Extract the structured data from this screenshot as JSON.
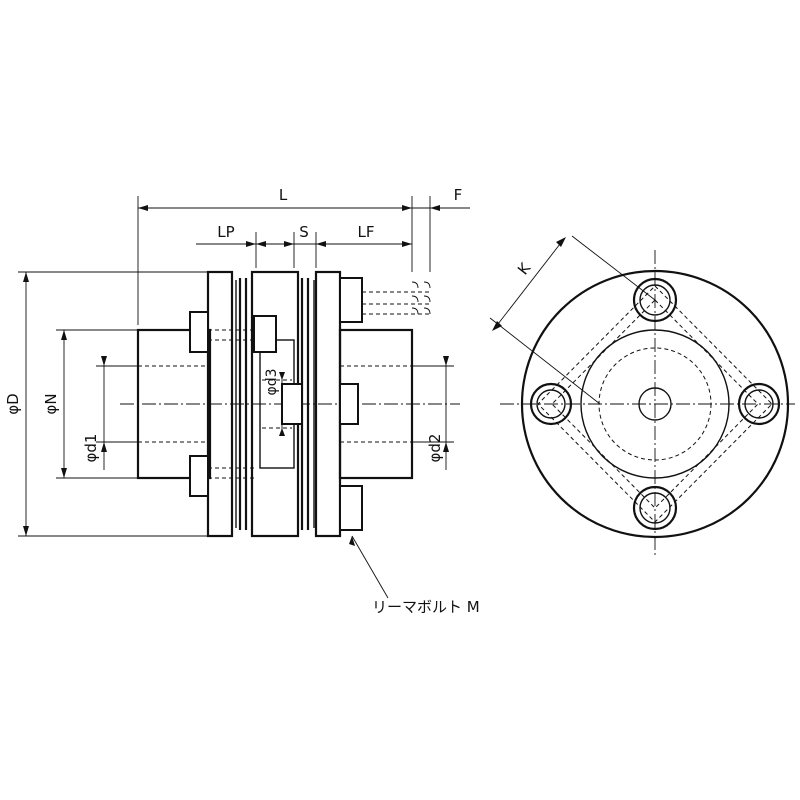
{
  "dimensions": {
    "L": "L",
    "F": "F",
    "LP": "LP",
    "S": "S",
    "LF": "LF",
    "D": "φD",
    "N": "φN",
    "d1": "φd1",
    "d2": "φd2",
    "d3": "φd3",
    "K": "K"
  },
  "callout": {
    "reamer_bolt": "リーマボルト M"
  }
}
